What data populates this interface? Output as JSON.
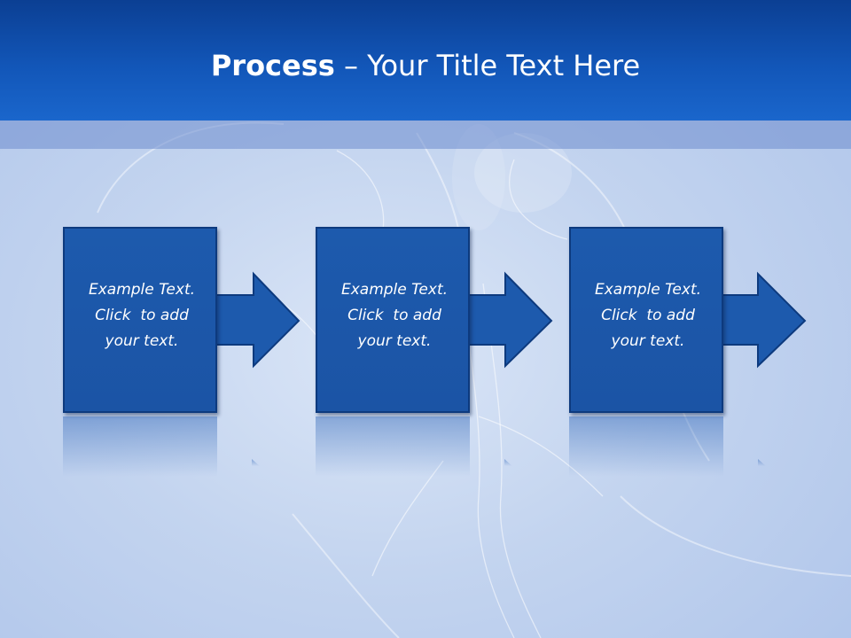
{
  "title": {
    "bold": "Process",
    "rest": " – Your Title Text Here"
  },
  "steps": [
    {
      "text": "Example Text.\nClick  to add\nyour text."
    },
    {
      "text": "Example Text.\nClick  to add\nyour text."
    },
    {
      "text": "Example Text.\nClick  to add\nyour text."
    }
  ],
  "colors": {
    "header": "#1256b8",
    "box": "#1d5aad",
    "box_border": "#0d3a7e",
    "background": "#c3d4ef"
  }
}
